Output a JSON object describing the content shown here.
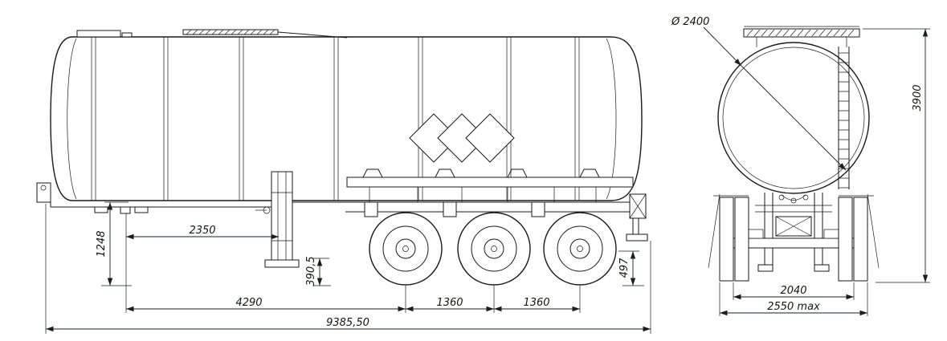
{
  "drawing": {
    "title": "Tanker semitrailer dimensional drawing",
    "colors": {
      "line": "#1a1a1a",
      "dimension": "#16211a",
      "background": "#ffffff"
    },
    "side_view": {
      "dim_kingpin_height": "1248",
      "dim_kingpin_to_landing_gear": "2350",
      "dim_frame_clearance": "390,5",
      "dim_kingpin_to_first_axle": "4290",
      "dim_axle_spacing_1": "1360",
      "dim_axle_spacing_2": "1360",
      "dim_rear_clearance": "497",
      "dim_overall_length": "9385,50"
    },
    "rear_view": {
      "dim_tank_diameter": "Ø 2400",
      "dim_overall_height": "3900",
      "dim_track_width": "2040",
      "dim_overall_width": "2550 max"
    }
  }
}
